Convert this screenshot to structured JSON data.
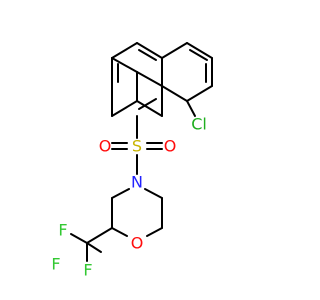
{
  "molecule": {
    "atom_labels": {
      "cl": "Cl",
      "s": "S",
      "o_sulfonyl_left": "O",
      "o_sulfonyl_right": "O",
      "n": "N",
      "o_ring": "O",
      "f_top": "F",
      "f_left": "F",
      "f_bottom": "F"
    },
    "colors": {
      "bond": "#000000",
      "chlorine": "#1fae1f",
      "sulfur": "#c8b400",
      "oxygen": "#ff0d0d",
      "nitrogen": "#2222ff",
      "fluorine": "#32c832"
    }
  }
}
